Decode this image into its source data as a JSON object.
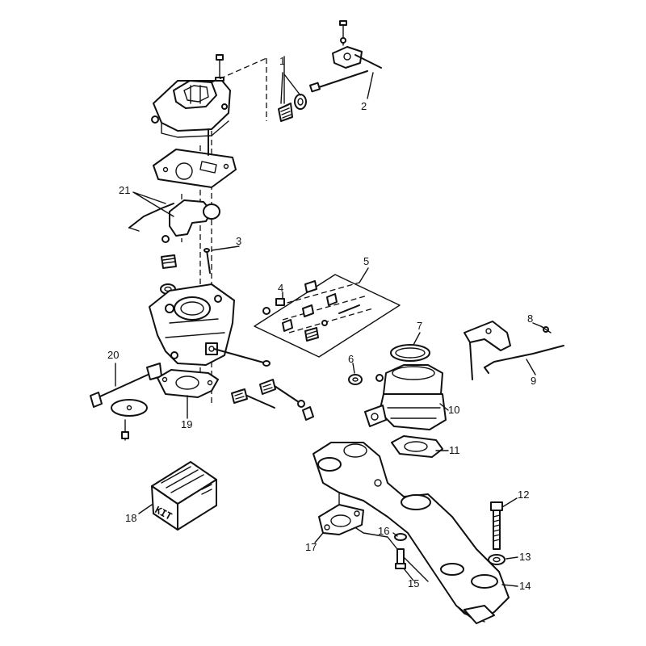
{
  "diagram": {
    "callouts": [
      {
        "id": "1",
        "label": "1"
      },
      {
        "id": "2",
        "label": "2"
      },
      {
        "id": "3",
        "label": "3"
      },
      {
        "id": "4",
        "label": "4"
      },
      {
        "id": "5",
        "label": "5"
      },
      {
        "id": "6",
        "label": "6"
      },
      {
        "id": "7",
        "label": "7"
      },
      {
        "id": "8",
        "label": "8"
      },
      {
        "id": "9",
        "label": "9"
      },
      {
        "id": "10",
        "label": "10"
      },
      {
        "id": "11",
        "label": "11"
      },
      {
        "id": "12",
        "label": "12"
      },
      {
        "id": "13",
        "label": "13"
      },
      {
        "id": "14",
        "label": "14"
      },
      {
        "id": "15",
        "label": "15"
      },
      {
        "id": "16",
        "label": "16"
      },
      {
        "id": "17",
        "label": "17"
      },
      {
        "id": "18",
        "label": "18"
      },
      {
        "id": "19",
        "label": "19"
      },
      {
        "id": "20",
        "label": "20"
      },
      {
        "id": "21",
        "label": "21"
      }
    ],
    "kit_box_label": "KIT"
  }
}
